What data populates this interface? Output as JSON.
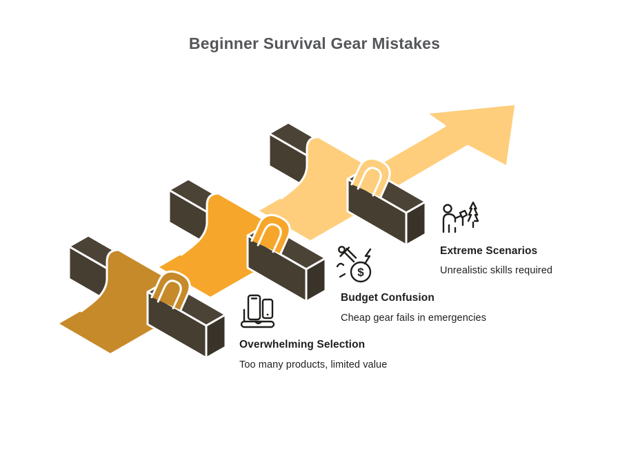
{
  "title": "Beginner Survival Gear Mistakes",
  "title_color": "#55565A",
  "background": "#FFFFFF",
  "text_color": "#1E1E1E",
  "arrow_color": "#FECE7C",
  "bar_colors": {
    "top": "#4B4336",
    "front": "#453E31",
    "cap": "#39332A",
    "outline": "#FFFFFF"
  },
  "steps": [
    {
      "label": "Overwhelming Selection",
      "description": "Too many products, limited value",
      "icon": "devices-icon",
      "ribbon_color": "#C68A2B"
    },
    {
      "label": "Budget Confusion",
      "description": "Cheap gear fails in emergencies",
      "icon": "money-crash-icon",
      "ribbon_color": "#F6A62A",
      "dollar_glyph": "$"
    },
    {
      "label": "Extreme Scenarios",
      "description": "Unrealistic skills required",
      "icon": "person-tree-icon",
      "ribbon_color": "#FECE7C"
    }
  ]
}
